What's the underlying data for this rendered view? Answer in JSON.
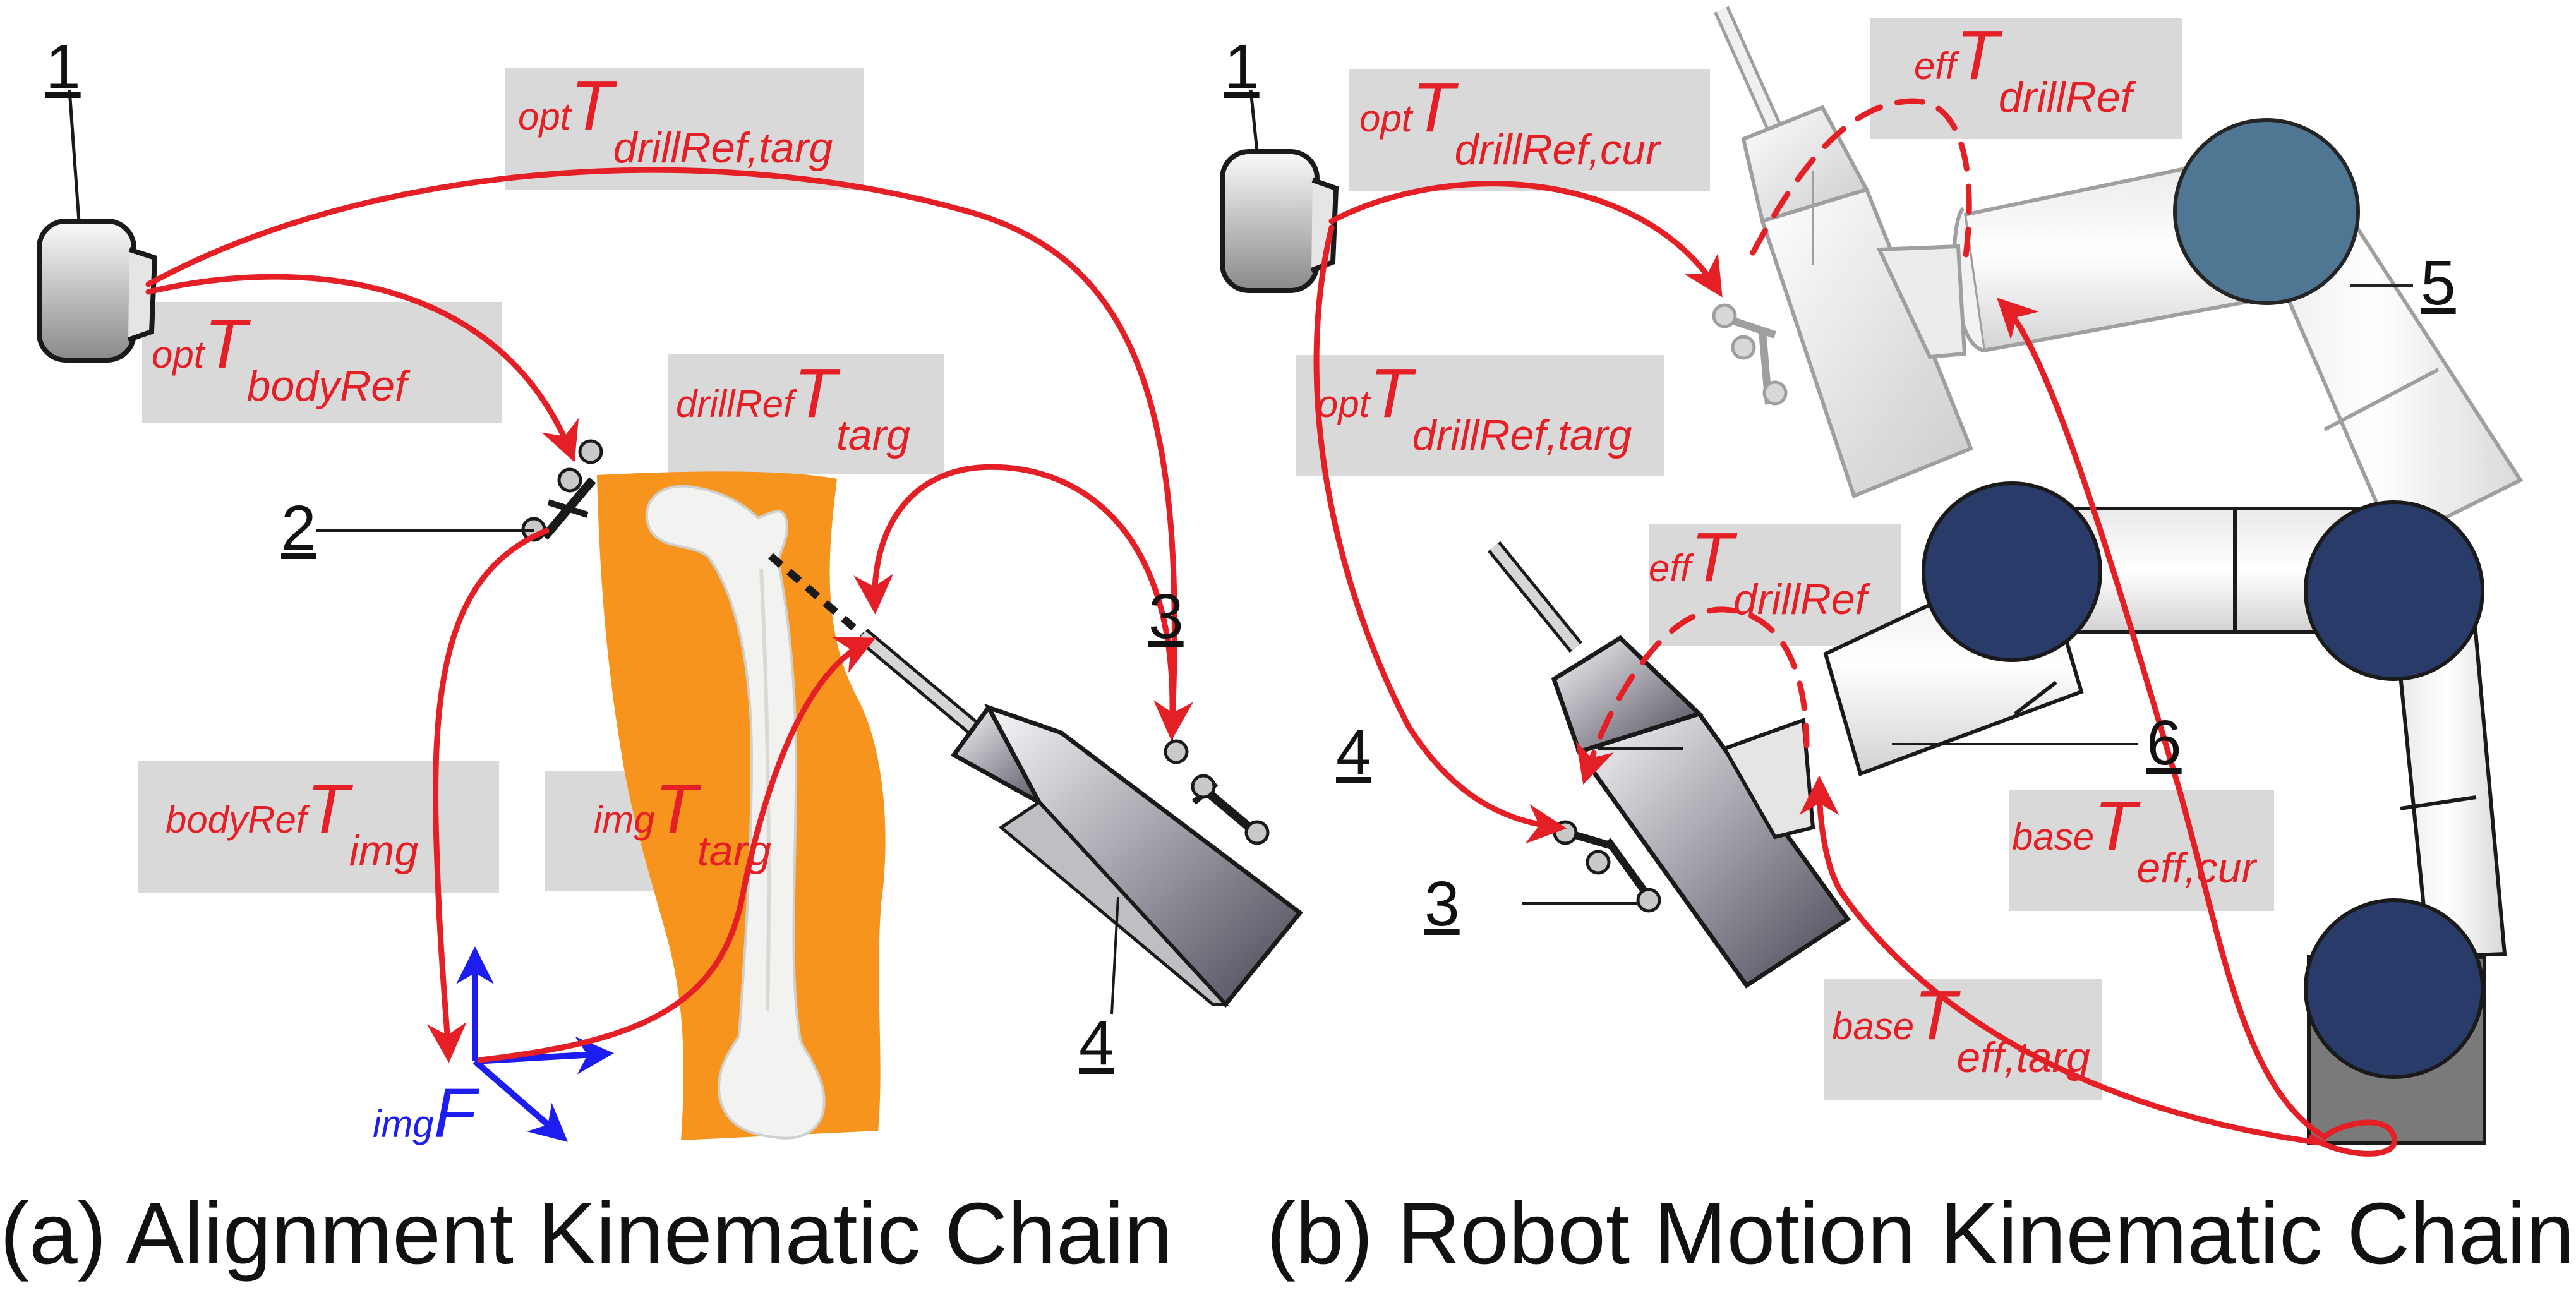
{
  "colors": {
    "transform_arrow": "#e41f26",
    "frame_axes": "#1d1df0",
    "label_box": "#d9d9d9",
    "image_plane": "#f7941d",
    "robot_joint_dark": "#283b69",
    "robot_joint_light": "#46708f",
    "robot_base": "#7a7a7a"
  },
  "panel_a": {
    "caption": "(a) Alignment Kinematic Chain",
    "callouts": [
      "1",
      "2",
      "3",
      "4"
    ],
    "frame": {
      "sup": "img",
      "main": "F"
    },
    "transforms": [
      {
        "sup": "opt",
        "main": "T",
        "sub": "drillRef,targ"
      },
      {
        "sup": "opt",
        "main": "T",
        "sub": "bodyRef"
      },
      {
        "sup": "drillRef",
        "main": "T",
        "sub": "targ"
      },
      {
        "sup": "bodyRef",
        "main": "T",
        "sub": "img"
      },
      {
        "sup": "img",
        "main": "T",
        "sub": "targ"
      }
    ]
  },
  "panel_b": {
    "caption": "(b) Robot Motion Kinematic Chain",
    "callouts": [
      "1",
      "5",
      "4",
      "6",
      "3"
    ],
    "transforms": [
      {
        "sup": "opt",
        "main": "T",
        "sub": "drillRef,cur"
      },
      {
        "sup": "eff",
        "main": "T",
        "sub": "drillRef"
      },
      {
        "sup": "opt",
        "main": "T",
        "sub": "drillRef,targ"
      },
      {
        "sup": "eff",
        "main": "T",
        "sub": "drillRef"
      },
      {
        "sup": "base",
        "main": "T",
        "sub": "eff,cur"
      },
      {
        "sup": "base",
        "main": "T",
        "sub": "eff,targ"
      }
    ]
  }
}
